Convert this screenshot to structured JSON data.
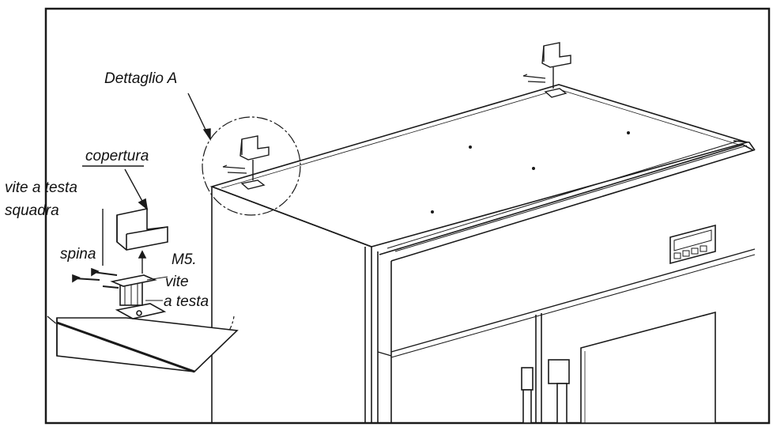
{
  "labels": {
    "detail": "Dettaglio A",
    "cover": "copertura",
    "square_screw_line1": "vite a testa",
    "square_screw_line2": "squadra",
    "pin": "spina",
    "m5": "M5.",
    "screw_line1": "vite",
    "screw_line2": "a testa"
  },
  "colors": {
    "line": "#1a1a1a",
    "background": "#ffffff"
  }
}
